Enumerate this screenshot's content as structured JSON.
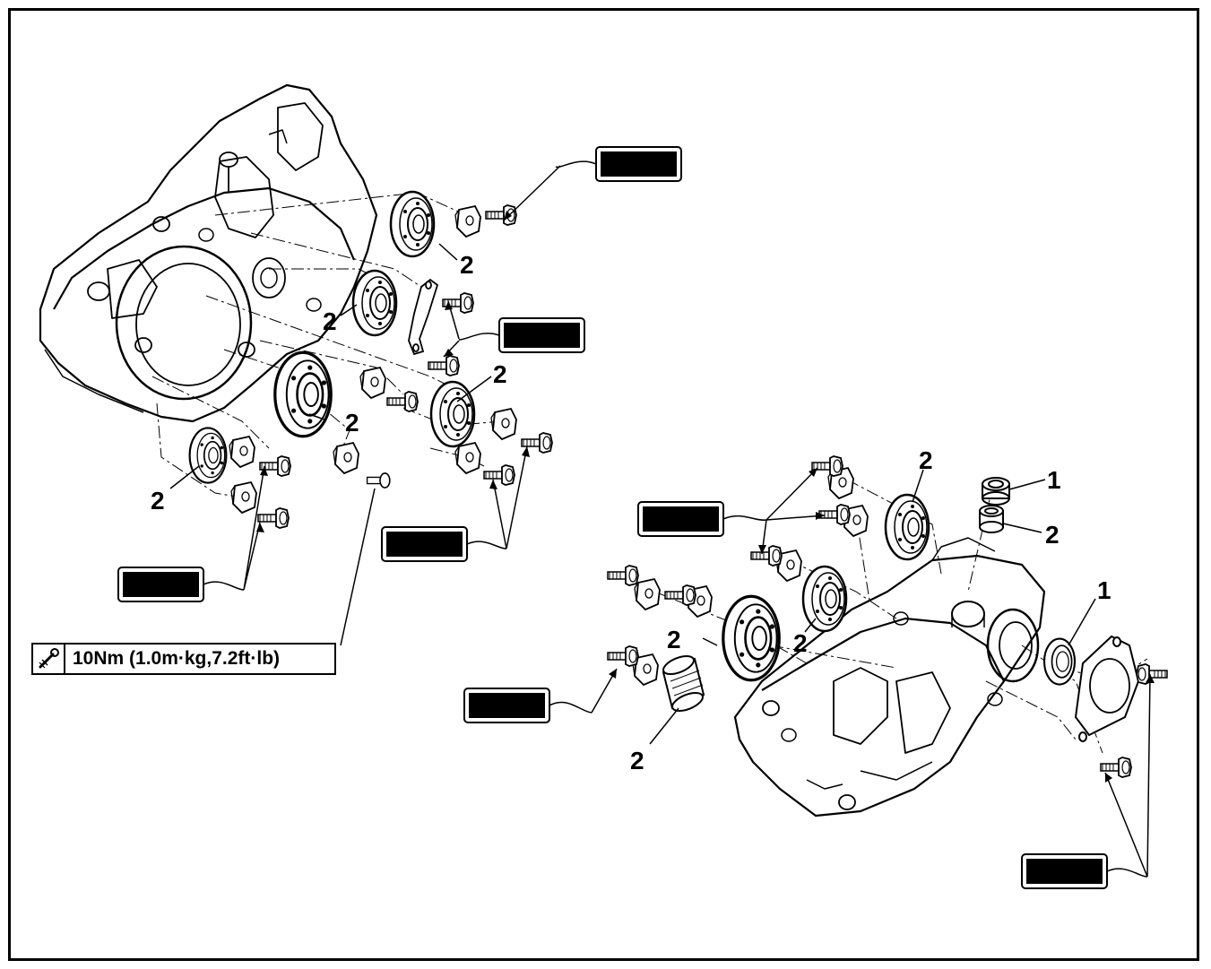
{
  "colors": {
    "ink": "#000000",
    "paper": "#ffffff",
    "grease": "#9a9a9a"
  },
  "callouts": [
    {
      "id": "left-bearing-top",
      "text": "2"
    },
    {
      "id": "left-bearing-mid",
      "text": "2"
    },
    {
      "id": "left-bearing-right",
      "text": "2"
    },
    {
      "id": "left-bearing-large",
      "text": "2"
    },
    {
      "id": "left-bearing-bottom",
      "text": "2"
    },
    {
      "id": "right-bearing-top",
      "text": "2"
    },
    {
      "id": "right-seal-top",
      "text": "1"
    },
    {
      "id": "right-collar-top",
      "text": "2"
    },
    {
      "id": "right-bearing-center",
      "text": "2"
    },
    {
      "id": "right-bearing-large",
      "text": "2"
    },
    {
      "id": "right-seal-right",
      "text": "1"
    },
    {
      "id": "right-needle-bearing",
      "text": "2"
    }
  ],
  "torque": {
    "value": "10Nm (1.0m·kg,7.2ft·lb)",
    "icon": "torque-wrench-icon"
  },
  "lock_tags": [
    {
      "id": "lock-tag-1",
      "icon": "thread-locker-icon"
    },
    {
      "id": "lock-tag-2",
      "icon": "thread-locker-icon"
    },
    {
      "id": "lock-tag-3",
      "icon": "thread-locker-icon"
    },
    {
      "id": "lock-tag-4",
      "icon": "thread-locker-icon"
    },
    {
      "id": "lock-tag-5",
      "icon": "thread-locker-icon"
    },
    {
      "id": "lock-tag-6",
      "icon": "thread-locker-icon"
    },
    {
      "id": "lock-tag-7",
      "icon": "thread-locker-icon"
    }
  ]
}
